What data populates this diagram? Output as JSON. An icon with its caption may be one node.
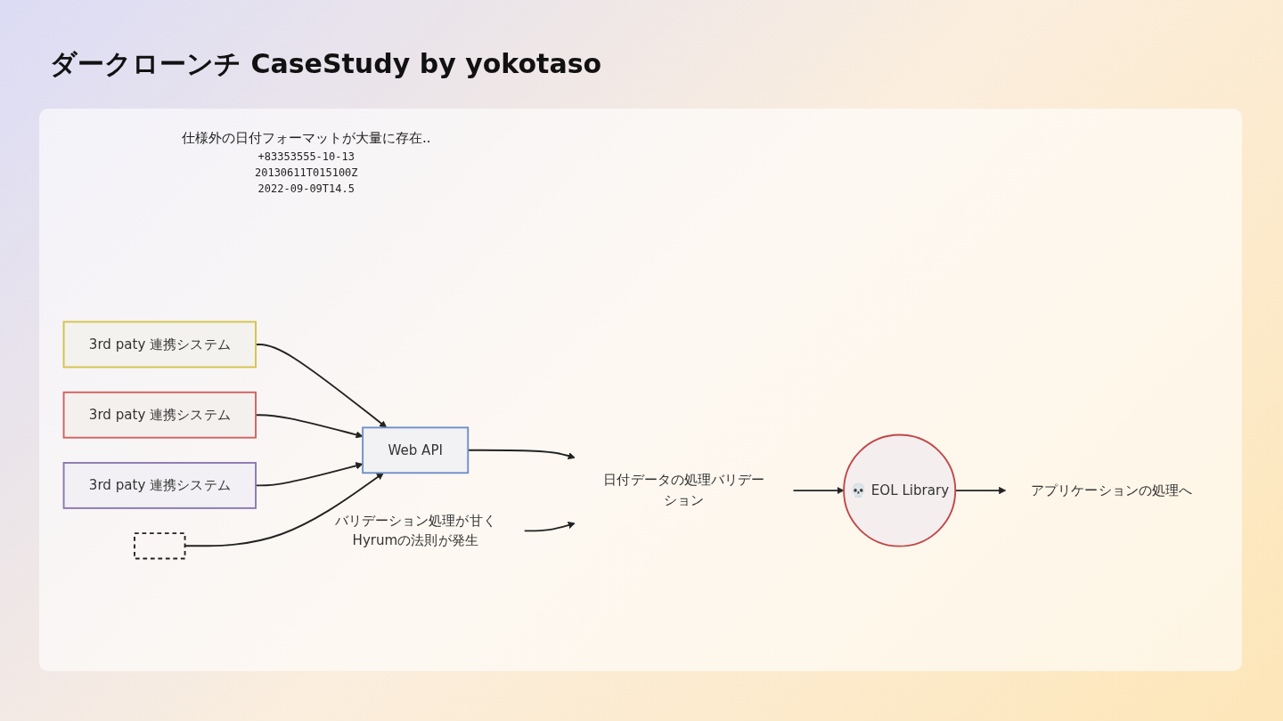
{
  "diagram": {
    "title": "ダークローンチ CaseStudy by yokotaso",
    "nodes": [
      {
        "text": [
          "3rd paty 連携システム"
        ]
      },
      {
        "text": [
          "3rd paty 連携システム"
        ]
      },
      {
        "text": [
          "3rd paty 連携システム"
        ]
      },
      {
        "text": [],
        "shape": "line"
      },
      {
        "text": [
          "Web API"
        ]
      },
      {
        "text": [
          "日付データの処理バリデーション"
        ]
      },
      {
        "text": [
          "💀 EOL Library"
        ]
      },
      {
        "text": [
          "アプリケーションの処理へ"
        ]
      },
      {
        "text": [
          "バリデーション処理が甘くHyrumの法則が発生"
        ]
      }
    ],
    "edges": [
      {
        "from": 0,
        "to": 4,
        "arrow": "to"
      },
      {
        "from": 1,
        "to": 4,
        "arrow": "to"
      },
      {
        "from": 2,
        "to": 4,
        "arrow": "to"
      },
      {
        "from": 3,
        "to": 4,
        "arrow": "to"
      },
      {
        "from": 4,
        "to": 5,
        "arrow": "to"
      },
      {
        "from": 5,
        "to": 6,
        "arrow": "to"
      },
      {
        "from": 6,
        "to": 7,
        "arrow": "to"
      },
      {
        "from": 8,
        "to": 5,
        "arrow": "to"
      }
    ],
    "labels": [
      "仕様外の日付フォーマットが大量に存在..",
      "+83353555-10-13",
      "20130611T015100Z",
      "2022-09-09T14.5"
    ]
  }
}
